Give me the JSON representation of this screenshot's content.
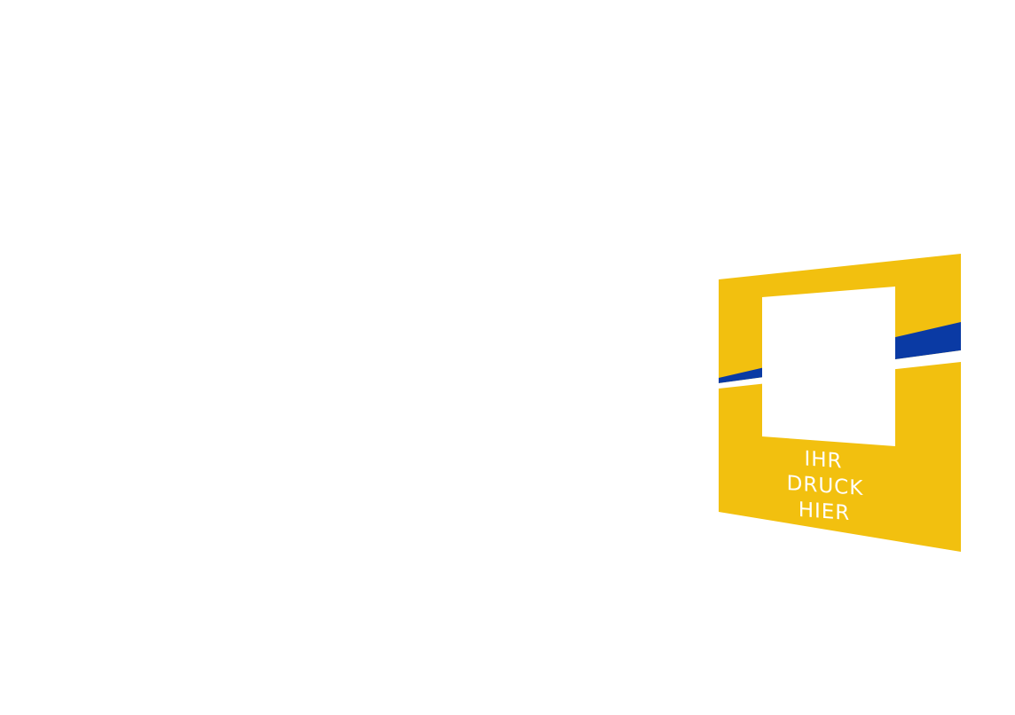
{
  "panel": {
    "label_lines": [
      "IHR",
      "DRUCK",
      "HIER"
    ],
    "colors": {
      "background": "#ffffff",
      "panel_yellow": "#f2c00f",
      "stripe_blue": "#0a3aa4",
      "stripe_white": "#ffffff",
      "window_white": "#ffffff",
      "label_color": "#ffffff"
    }
  }
}
